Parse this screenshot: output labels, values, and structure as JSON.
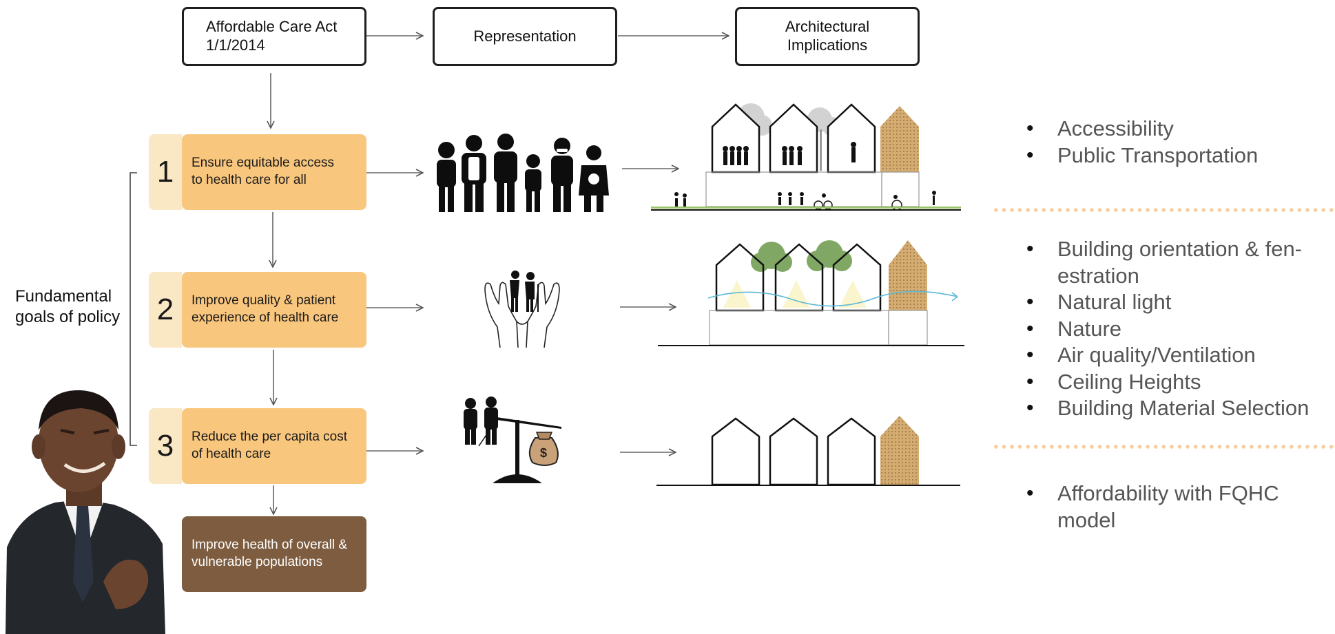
{
  "header": {
    "aca": [
      "Affordable Care Act",
      "1/1/2014"
    ],
    "representation": "Representation",
    "architectural": [
      "Architectural",
      "Implications"
    ]
  },
  "side_label": [
    "Fundamental",
    "goals of policy"
  ],
  "goals": [
    {
      "number": "1",
      "lines": [
        "Ensure equitable access",
        "to health care for all"
      ]
    },
    {
      "number": "2",
      "lines": [
        "Improve quality & patient",
        "experience of health care"
      ]
    },
    {
      "number": "3",
      "lines": [
        "Reduce the per capita cost",
        "of health care"
      ]
    }
  ],
  "final_goal": [
    "Improve health of overall &",
    "vulnerable populations"
  ],
  "implications": [
    {
      "items": [
        "Accessibility",
        "Public Transportation"
      ]
    },
    {
      "items": [
        "Building orientation & fen-estration",
        "Natural light",
        "Nature",
        "Air quality/Ventilation",
        "Ceiling Heights",
        "Building Material Selection"
      ]
    },
    {
      "items": [
        "Affordability with FQHC model"
      ]
    }
  ],
  "colors": {
    "goal_fill": "#f9c67d",
    "number_fill": "#fae7c3",
    "final_fill": "#7d5c3f",
    "dotted_divider": "#f6cfa0",
    "wood_panel": "#c9a063"
  },
  "icons": [
    "people-group-icon",
    "hands-holding-elderly-icon",
    "balance-scale-money-icon",
    "person-photo"
  ]
}
